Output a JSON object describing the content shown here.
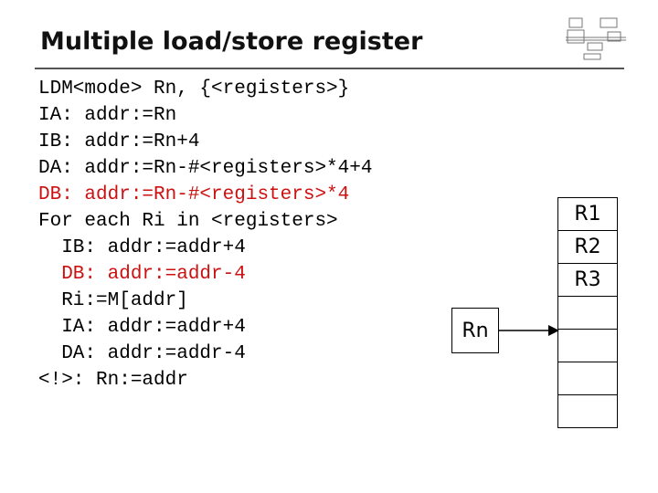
{
  "slide": {
    "title": "Multiple load/store register",
    "code_lines": [
      {
        "text": "LDM<mode> Rn, {<registers>}",
        "color": "black"
      },
      {
        "text": "IA: addr:=Rn",
        "color": "black"
      },
      {
        "text": "IB: addr:=Rn+4",
        "color": "black"
      },
      {
        "text": "DA: addr:=Rn-#<registers>*4+4",
        "color": "black"
      },
      {
        "text": "DB: addr:=Rn-#<registers>*4",
        "color": "red"
      },
      {
        "text": "For each Ri in <registers>",
        "color": "black"
      },
      {
        "text": "  IB: addr:=addr+4",
        "color": "black"
      },
      {
        "text": "  DB: addr:=addr-4",
        "color": "red"
      },
      {
        "text": "  Ri:=M[addr]",
        "color": "black"
      },
      {
        "text": "  IA: addr:=addr+4",
        "color": "black"
      },
      {
        "text": "  DA: addr:=addr-4",
        "color": "black"
      },
      {
        "text": "<!>: Rn:=addr",
        "color": "black"
      }
    ],
    "rn_label": "Rn",
    "memory_cells": [
      "R1",
      "R2",
      "R3",
      "",
      "",
      "",
      ""
    ],
    "accent_red": "#cc1111"
  }
}
